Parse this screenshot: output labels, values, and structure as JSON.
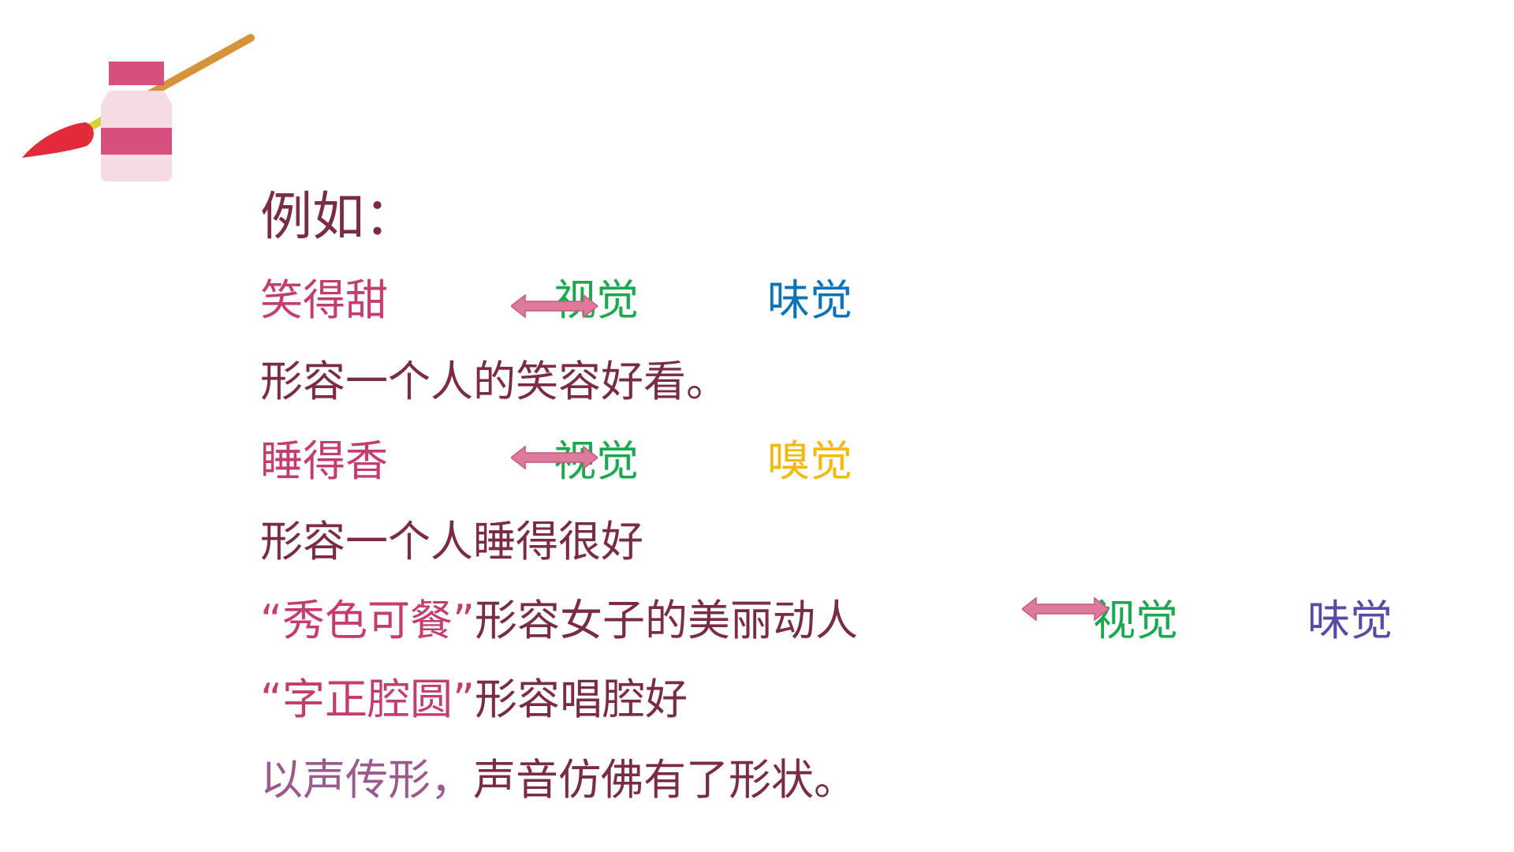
{
  "heading": "例如：",
  "rows": [
    {
      "phrase": "笑得甜",
      "sense_a": "视觉",
      "sense_b": "味觉"
    },
    {
      "explanation": "形容一个人的笑容好看。"
    },
    {
      "phrase": "睡得香",
      "sense_a": "视觉",
      "sense_b": "嗅觉"
    },
    {
      "explanation": "形容一个人睡得很好"
    },
    {
      "quote": "“秀色可餐”",
      "explanation": "形容女子的美丽动人",
      "sense_a": "视觉",
      "sense_b": "味觉"
    },
    {
      "quote": "“字正腔圆”",
      "explanation": "形容唱腔好"
    },
    {
      "lead": "以声传形，",
      "rest": "声音仿佛有了形状。"
    }
  ],
  "icons": {
    "logo": "ink-bottle-brush-icon",
    "arrow": "double-arrow-icon"
  },
  "colors": {
    "dark": "#7a2b45",
    "pink": "#c33d6f",
    "green": "#1ba84f",
    "blue": "#0a74b7",
    "yellow": "#f2b90f",
    "purple": "#5a4aa6",
    "lavender": "#9a5a8d",
    "arrow": "#dd7a9c"
  }
}
